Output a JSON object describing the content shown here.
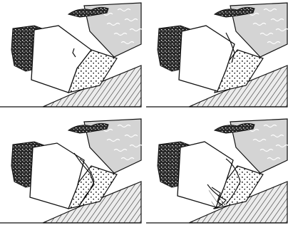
{
  "figure": {
    "panel_count": 4,
    "colors": {
      "background": "#ffffff",
      "line": "#111111",
      "water_fill": "#d4d4d4",
      "ground_fill": "#ececec",
      "ground_hatch": "#333333",
      "gravel_fill": "#ffffff",
      "gravel_dots": "#111111",
      "rock_fill": "#2a2a2a"
    },
    "panels": [
      {
        "stage": 1,
        "crack": "small"
      },
      {
        "stage": 2,
        "crack": "widening"
      },
      {
        "stage": 3,
        "crack": "slumping"
      },
      {
        "stage": 4,
        "crack": "failed"
      }
    ]
  }
}
